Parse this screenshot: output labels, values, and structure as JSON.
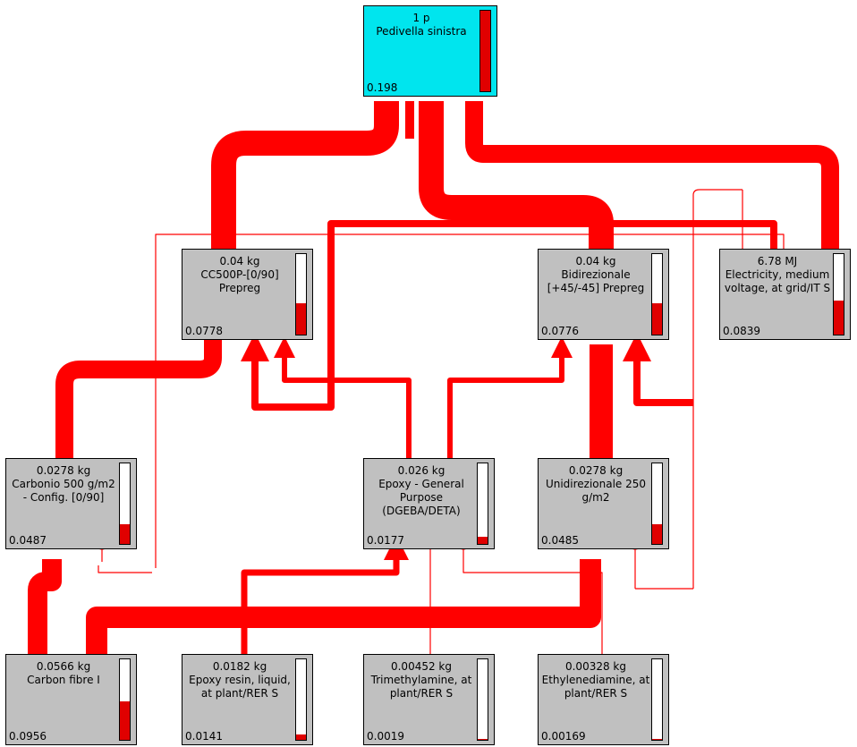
{
  "nodes": [
    {
      "id": "root",
      "amount": "1 p",
      "label": "Pedivella sinistra",
      "value": "0.198",
      "fraction": 1.0
    },
    {
      "id": "cc500p",
      "amount": "0.04 kg",
      "label": "CC500P-[0/90] Prepreg",
      "value": "0.0778",
      "fraction": 0.39
    },
    {
      "id": "bidirezionale",
      "amount": "0.04 kg",
      "label": "Bidirezionale [+45/-45] Prepreg",
      "value": "0.0776",
      "fraction": 0.39
    },
    {
      "id": "electricity",
      "amount": "6.78 MJ",
      "label": "Electricity, medium voltage, at grid/IT S",
      "value": "0.0839",
      "fraction": 0.42
    },
    {
      "id": "carbonio",
      "amount": "0.0278 kg",
      "label": "Carbonio 500 g/m2 - Config. [0/90]",
      "value": "0.0487",
      "fraction": 0.25
    },
    {
      "id": "epoxy",
      "amount": "0.026 kg",
      "label": "Epoxy - General Purpose (DGEBA/DETA)",
      "value": "0.0177",
      "fraction": 0.09
    },
    {
      "id": "unidirezionale",
      "amount": "0.0278 kg",
      "label": "Unidirezionale 250 g/m2",
      "value": "0.0485",
      "fraction": 0.25
    },
    {
      "id": "carbonfibre",
      "amount": "0.0566 kg",
      "label": "Carbon fibre I",
      "value": "0.0956",
      "fraction": 0.48
    },
    {
      "id": "epoxyresin",
      "amount": "0.0182 kg",
      "label": "Epoxy resin, liquid, at plant/RER S",
      "value": "0.0141",
      "fraction": 0.07
    },
    {
      "id": "trimethylamine",
      "amount": "0.00452 kg",
      "label": "Trimethylamine, at plant/RER S",
      "value": "0.0019",
      "fraction": 0.01
    },
    {
      "id": "ethylenediamine",
      "amount": "0.00328 kg",
      "label": "Ethylenediamine, at plant/RER S",
      "value": "0.00169",
      "fraction": 0.01
    }
  ],
  "colors": {
    "flow": "#ff0000",
    "root_fill": "#00e5ee",
    "node_fill": "#c0c0c0",
    "bar_fill": "#e00000"
  }
}
